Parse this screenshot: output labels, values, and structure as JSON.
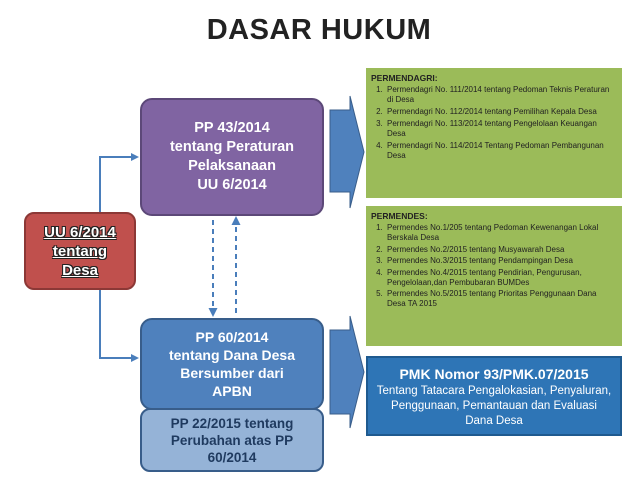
{
  "title": "DASAR HUKUM",
  "uu": {
    "label": "UU 6/2014\ntentang\nDesa"
  },
  "pp43": {
    "label": "PP 43/2014\ntentang Peraturan\nPelaksanaan\nUU 6/2014"
  },
  "pp60": {
    "label": "PP 60/2014\ntentang Dana Desa\nBersumber dari\nAPBN"
  },
  "pp22": {
    "label": "PP 22/2015 tentang\nPerubahan atas PP\n60/2014"
  },
  "permendagri": {
    "heading": "PERMENDAGRI:",
    "items": [
      "Permendagri No. 111/2014 tentang Pedoman Teknis Peraturan di Desa",
      "Permendagri No. 112/2014 tentang Pemilihan Kepala Desa",
      "Permendagri No. 113/2014 tentang Pengelolaan Keuangan Desa",
      "Permendagri No. 114/2014 Tentang Pedoman Pembangunan Desa"
    ]
  },
  "permendes": {
    "heading": "PERMENDES:",
    "items": [
      "Permendes No.1/205 tentang Pedoman Kewenangan Lokal Berskala Desa",
      "Permendes No.2/2015 tentang Musyawarah Desa",
      "Permendes No.3/2015 tentang Pendampingan Desa",
      "Permendes No.4/2015 tentang Pendirian, Pengurusan, Pengelolaan,dan Pembubaran BUMDes",
      "Permendes No.5/2015 tentang Prioritas Penggunaan Dana Desa TA 2015"
    ]
  },
  "pmk": {
    "title": "PMK Nomor 93/PMK.07/2015",
    "description": "Tentang Tatacara Pengalokasian, Penyaluran, Penggunaan, Pemantauan dan Evaluasi Dana Desa"
  },
  "colors": {
    "uu": "#c0504d",
    "pp43": "#8064a2",
    "pp60": "#4f81bd",
    "pp22": "#95b3d7",
    "green_panels": "#9bbb59",
    "pmk": "#2e75b6",
    "connector": "#4a7ebb"
  }
}
